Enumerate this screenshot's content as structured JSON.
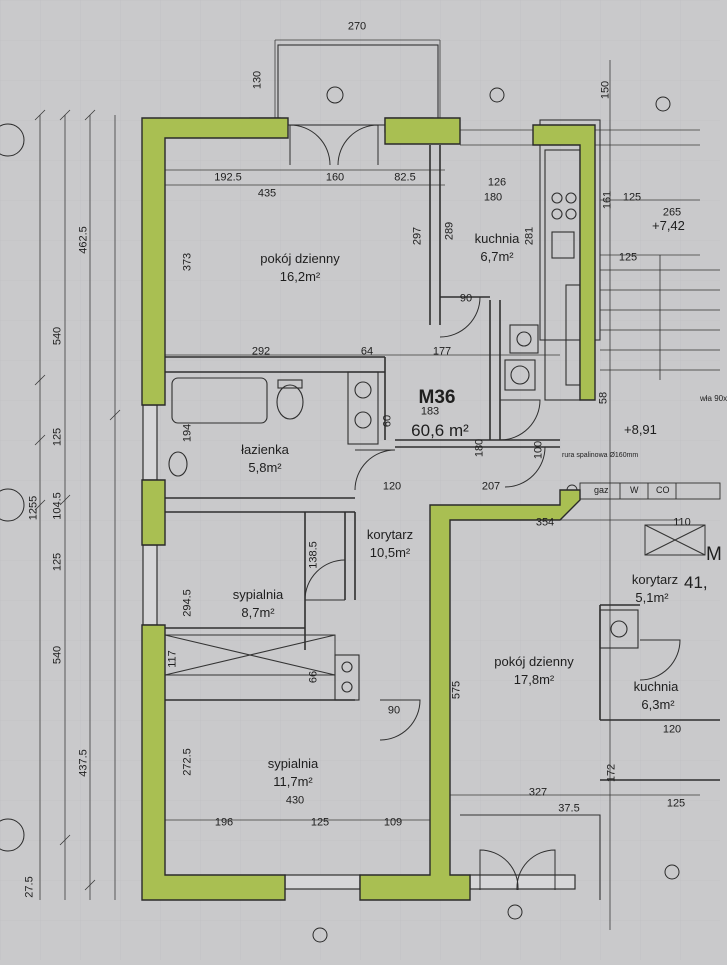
{
  "unit": {
    "id": "M36",
    "area": "60,6 m²"
  },
  "neighbor": {
    "partial_id": "M",
    "partial_area": "41,"
  },
  "rooms": {
    "living": {
      "name": "pokój dzienny",
      "area": "16,2m²"
    },
    "kitchen": {
      "name": "kuchnia",
      "area": "6,7m²"
    },
    "bathroom": {
      "name": "łazienka",
      "area": "5,8m²"
    },
    "corridor": {
      "name": "korytarz",
      "area": "10,5m²"
    },
    "bedroom1": {
      "name": "sypialnia",
      "area": "8,7m²"
    },
    "bedroom2": {
      "name": "sypialnia",
      "area": "11,7m²"
    },
    "n_living": {
      "name": "pokój dzienny",
      "area": "17,8m²"
    },
    "n_corridor": {
      "name": "korytarz",
      "area": "5,1m²"
    },
    "n_kitchen": {
      "name": "kuchnia",
      "area": "6,3m²"
    }
  },
  "dims_h": [
    "270",
    "160",
    "192.5",
    "435",
    "82.5",
    "126",
    "180",
    "125",
    "265",
    "125",
    "292",
    "64",
    "177",
    "183",
    "120",
    "207",
    "354",
    "110",
    "327",
    "37.5",
    "125",
    "430",
    "196",
    "125",
    "109",
    "90",
    "120",
    "90"
  ],
  "dims_v": [
    "130",
    "150",
    "373",
    "297",
    "289",
    "281",
    "161",
    "462.5",
    "540",
    "125",
    "104.5",
    "125",
    "540",
    "437.5",
    "1255",
    "194",
    "138.5",
    "294.5",
    "272.5",
    "575",
    "172",
    "58",
    "100",
    "180",
    "66",
    "117",
    "60",
    "27.5"
  ],
  "levels": [
    "+7,42",
    "+8,91"
  ],
  "notes": {
    "duct": "rura spalinowa Ø160mm",
    "wall_panel": "wła 90x",
    "meter_labels": [
      "gaz",
      "W",
      "CO"
    ]
  },
  "colors": {
    "paper": "#c9c9cb",
    "wall": "#a9bf52",
    "wall_outline": "#2a2a2a",
    "line": "#2f2f2f"
  }
}
